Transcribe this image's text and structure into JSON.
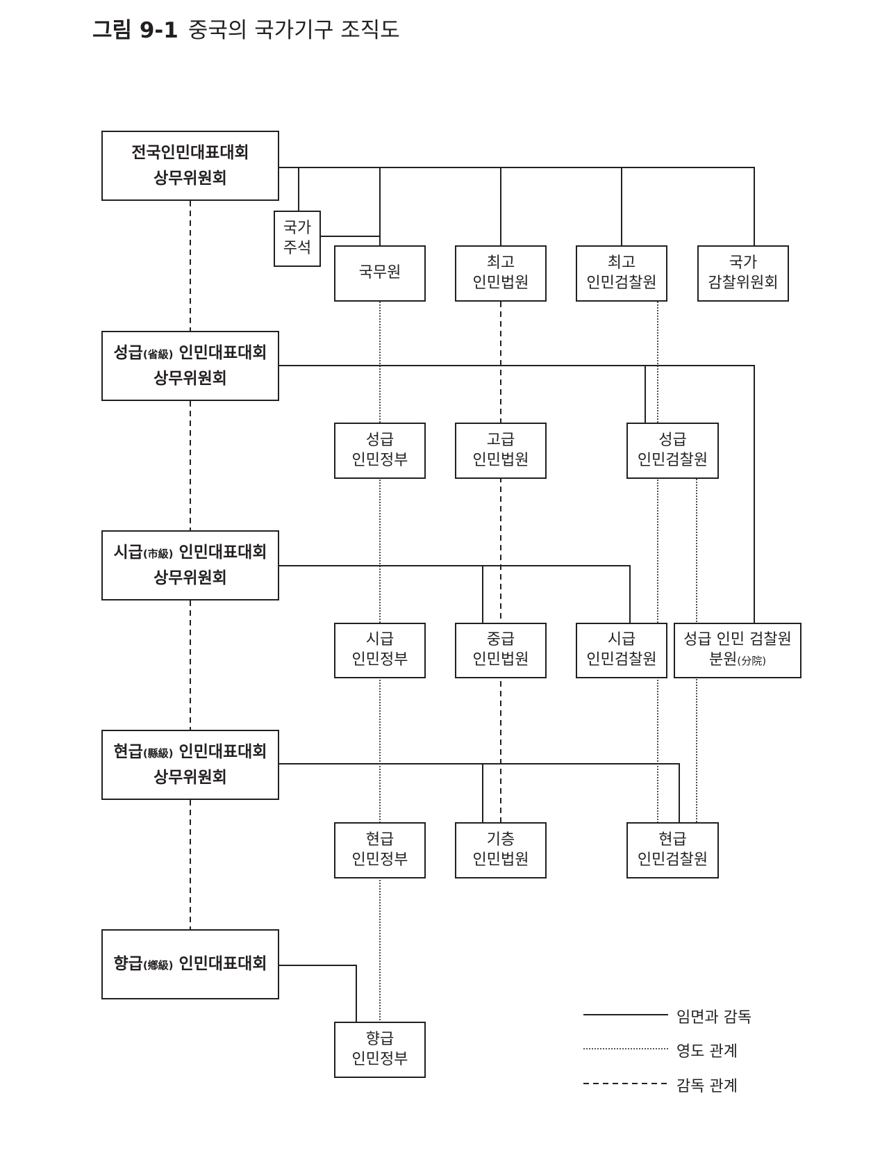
{
  "title": {
    "figure_number": "그림 9-1",
    "text": "중국의 국가기구 조직도"
  },
  "levels": [
    {
      "id": "national",
      "line1": "전국인민대표대회",
      "line1_hanja": "",
      "line1_rest": "",
      "line2": "상무위원회"
    },
    {
      "id": "province",
      "line1": "성급",
      "line1_hanja": "(省級)",
      "line1_rest": " 인민대표대회",
      "line2": "상무위원회"
    },
    {
      "id": "city",
      "line1": "시급",
      "line1_hanja": "(市級)",
      "line1_rest": " 인민대표대회",
      "line2": "상무위원회"
    },
    {
      "id": "county",
      "line1": "현급",
      "line1_hanja": "(縣級)",
      "line1_rest": " 인민대표대회",
      "line2": "상무위원회"
    },
    {
      "id": "township",
      "line1": "향급",
      "line1_hanja": "(鄕級)",
      "line1_rest": " 인민대표대회",
      "line2": ""
    }
  ],
  "organs": {
    "president": {
      "line1": "국가",
      "line2": "주석"
    },
    "state_council": {
      "line1": "국무원",
      "line2": ""
    },
    "supreme_court": {
      "line1": "최고",
      "line2": "인민법원"
    },
    "supreme_procuratorate": {
      "line1": "최고",
      "line2": "인민검찰원"
    },
    "supervision_commission": {
      "line1": "국가",
      "line2": "감찰위원회"
    },
    "prov_government": {
      "line1": "성급",
      "line2": "인민정부"
    },
    "high_court": {
      "line1": "고급",
      "line2": "인민법원"
    },
    "prov_procuratorate": {
      "line1": "성급",
      "line2": "인민검찰원"
    },
    "city_government": {
      "line1": "시급",
      "line2": "인민정부"
    },
    "intermediate_court": {
      "line1": "중급",
      "line2": "인민법원"
    },
    "city_procuratorate": {
      "line1": "시급",
      "line2": "인민검찰원"
    },
    "prov_procuratorate_branch": {
      "line1": "성급 인민 검찰원",
      "line2": "분원",
      "line2_hanja": "(分院)"
    },
    "county_government": {
      "line1": "현급",
      "line2": "인민정부"
    },
    "basic_court": {
      "line1": "기층",
      "line2": "인민법원"
    },
    "county_procuratorate": {
      "line1": "현급",
      "line2": "인민검찰원"
    },
    "township_government": {
      "line1": "향급",
      "line2": "인민정부"
    }
  },
  "legend": [
    {
      "style": "solid",
      "label": "임면과 감독"
    },
    {
      "style": "dotted",
      "label": "영도 관계"
    },
    {
      "style": "dashed",
      "label": "감독 관계"
    }
  ],
  "colors": {
    "line": "#231f20",
    "background": "#ffffff"
  }
}
